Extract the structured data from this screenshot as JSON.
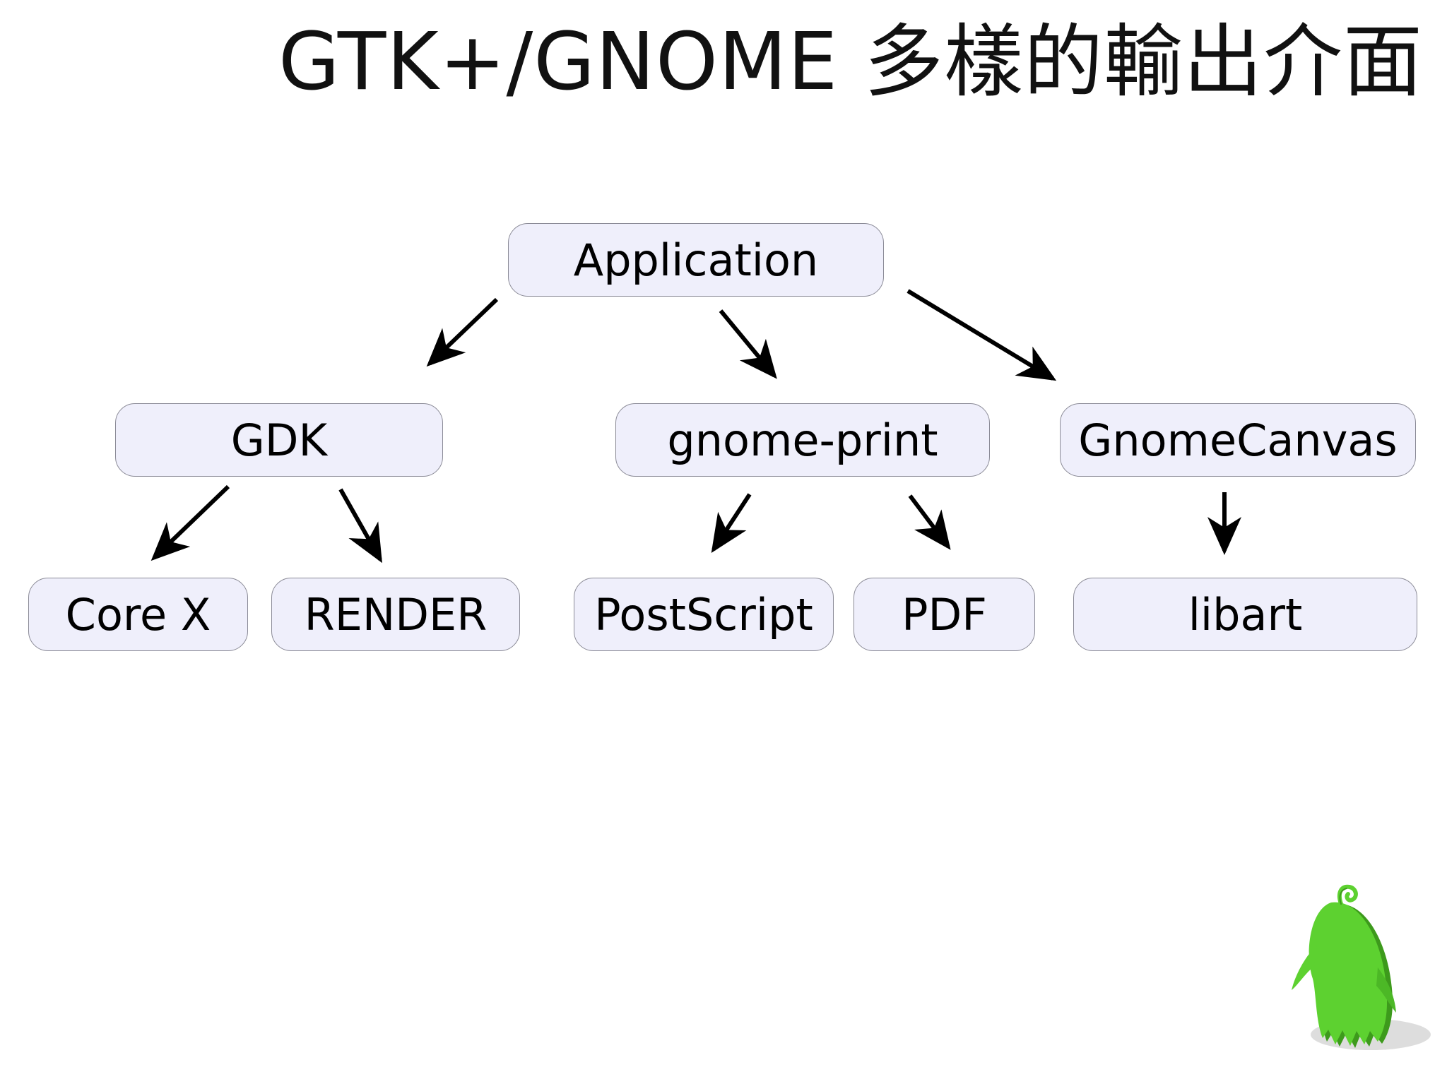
{
  "title": "GTK+/GNOME 多樣的輸出介面",
  "colors": {
    "node_fill": "#efeffb",
    "node_border": "#8a8a96",
    "arrow": "#000000",
    "mascot": "#5dd130"
  },
  "nodes": {
    "application": "Application",
    "gdk": "GDK",
    "gnome_print": "gnome-print",
    "gnome_canvas": "GnomeCanvas",
    "core_x": "Core X",
    "render": "RENDER",
    "postscript": "PostScript",
    "pdf": "PDF",
    "libart": "libart"
  },
  "edges": [
    {
      "from": "application",
      "to": "gdk"
    },
    {
      "from": "application",
      "to": "gnome_print"
    },
    {
      "from": "application",
      "to": "gnome_canvas"
    },
    {
      "from": "gdk",
      "to": "core_x"
    },
    {
      "from": "gdk",
      "to": "render"
    },
    {
      "from": "gnome_print",
      "to": "postscript"
    },
    {
      "from": "gnome_print",
      "to": "pdf"
    },
    {
      "from": "gnome_canvas",
      "to": "libart"
    }
  ],
  "mascot_icon": "green-mascot-icon"
}
